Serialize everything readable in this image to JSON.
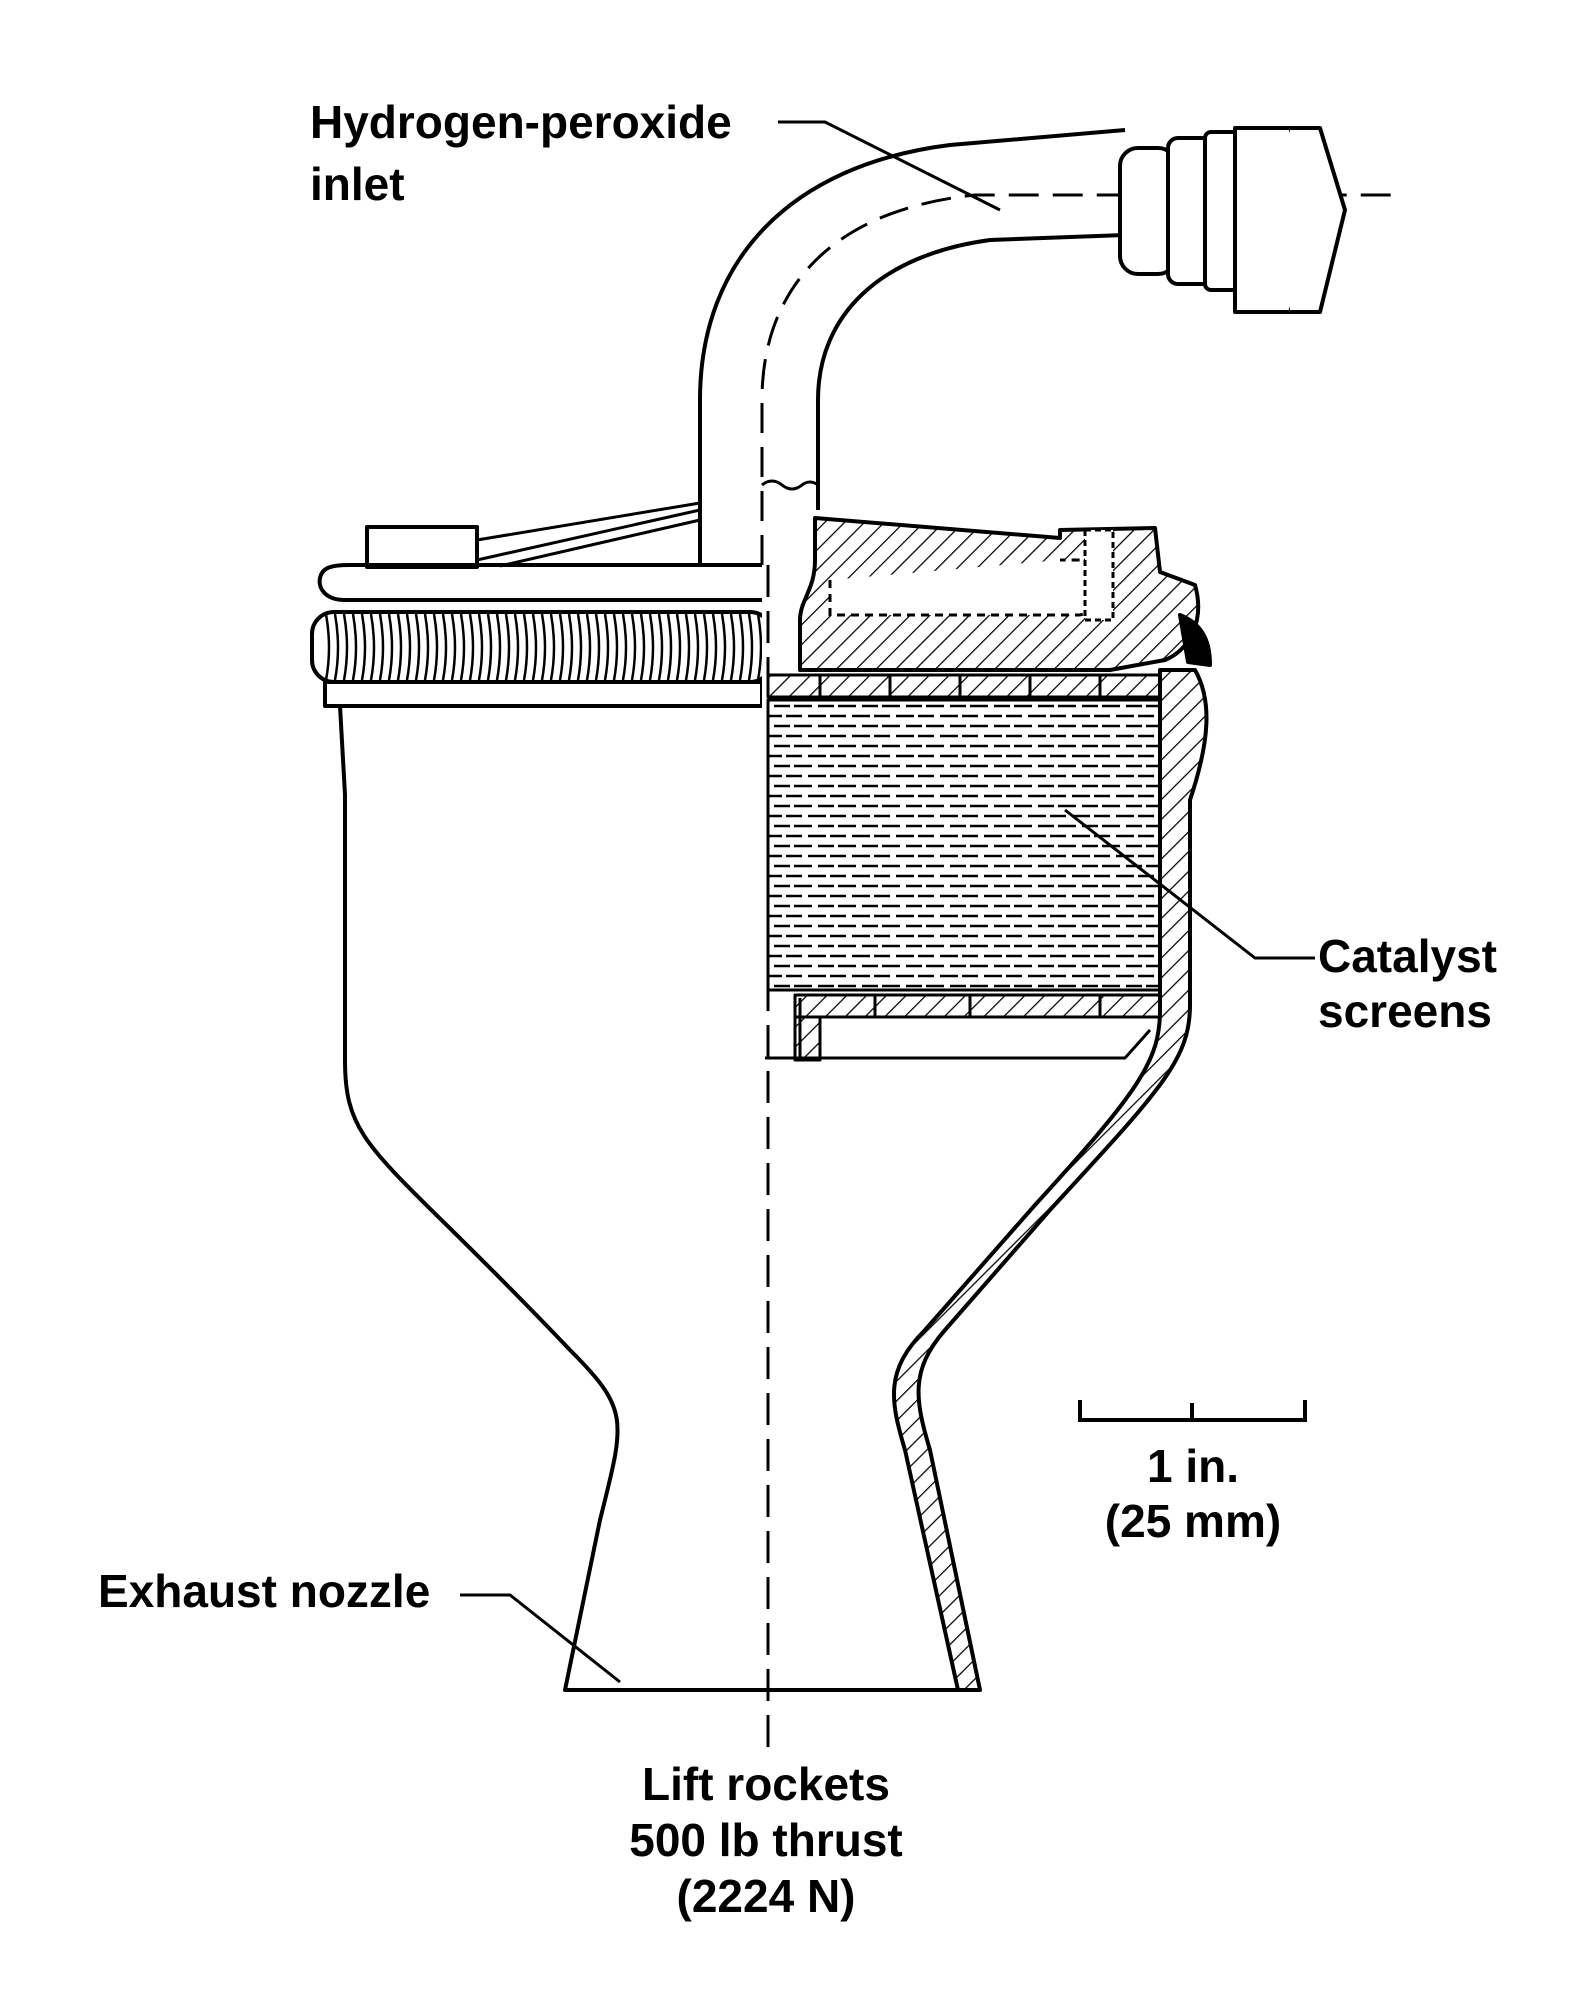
{
  "labels": {
    "inlet_line1": "Hydrogen-peroxide",
    "inlet_line2": "inlet",
    "catalyst_line1": "Catalyst",
    "catalyst_line2": "screens",
    "exhaust": "Exhaust nozzle",
    "scale_line1": "1 in.",
    "scale_line2": "(25 mm)",
    "caption_line1": "Lift rockets",
    "caption_line2": "500 lb thrust",
    "caption_line3": "(2224 N)"
  },
  "colors": {
    "ink": "#000000",
    "paper": "#ffffff"
  }
}
